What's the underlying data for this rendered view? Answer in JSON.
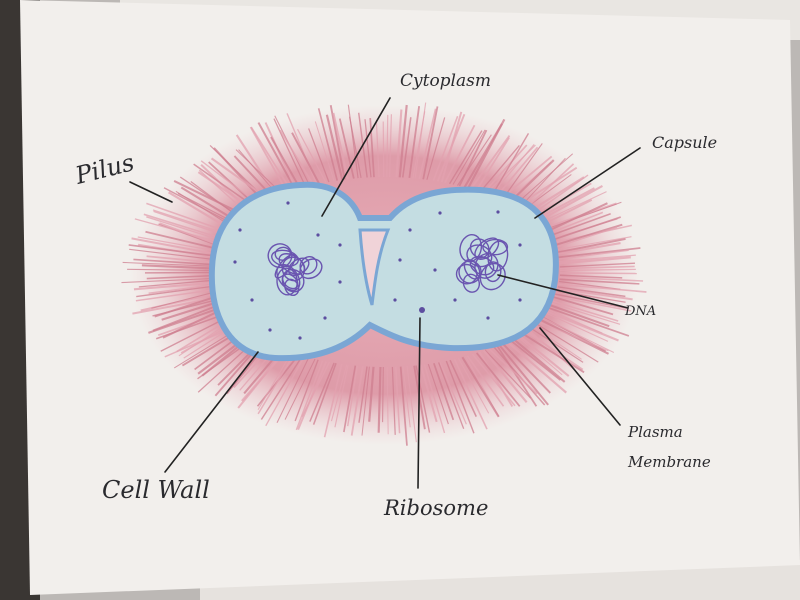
{
  "diagram": {
    "labels": {
      "cytoplasm": "Cytoplasm",
      "capsule": "Capsule",
      "pilus": "Pilus",
      "dna": "DNA",
      "plasma_membrane_line1": "Plasma",
      "plasma_membrane_line2": "Membrane",
      "cell_wall": "Cell Wall",
      "ribosome": "Ribosome"
    },
    "colors": {
      "paper": "#f3f0ee",
      "capsule_pink": "#d98a99",
      "cytoplasm_fill": "#c4dde2",
      "membrane_blue": "#7aa6d4",
      "dna_purple": "#6a55b0",
      "ink": "#222222"
    }
  }
}
